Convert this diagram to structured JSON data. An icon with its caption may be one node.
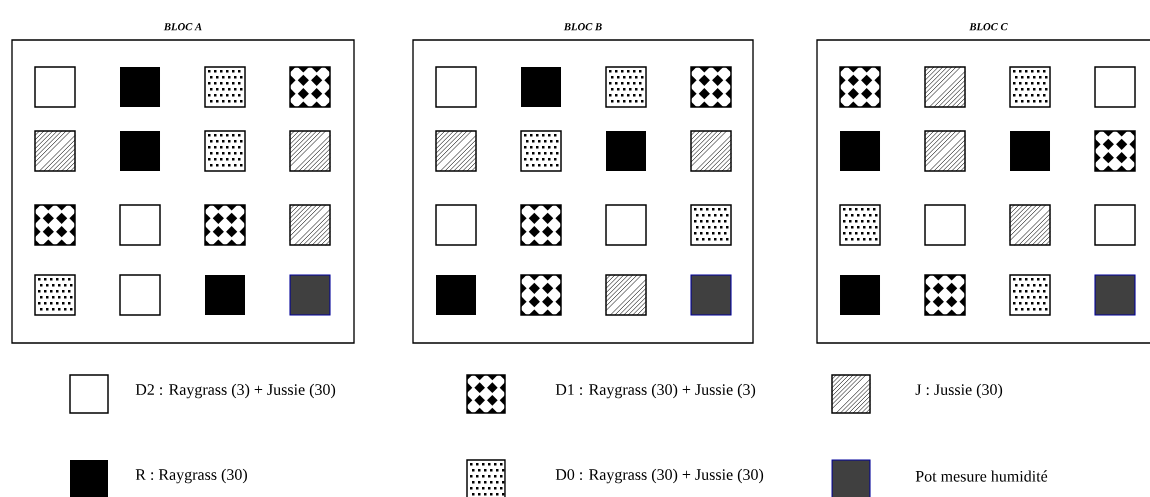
{
  "diagram": {
    "nodes": [
      {
        "text": [
          "BLOC A"
        ]
      },
      {
        "text": [
          "BLOC B"
        ]
      },
      {
        "text": [
          "BLOC C"
        ]
      }
    ],
    "legend": [
      {
        "text": "D2 : Raygrass (3) + Jussie (30)"
      },
      {
        "text": "D1 : Raygrass (30) + Jussie (3)"
      },
      {
        "text": "J : Jussie (30)"
      },
      {
        "text": "R : Raygrass (30)"
      },
      {
        "text": "D0 : Raygrass (30) + Jussie (30)"
      },
      {
        "text": "Pot mesure humidité"
      }
    ]
  }
}
